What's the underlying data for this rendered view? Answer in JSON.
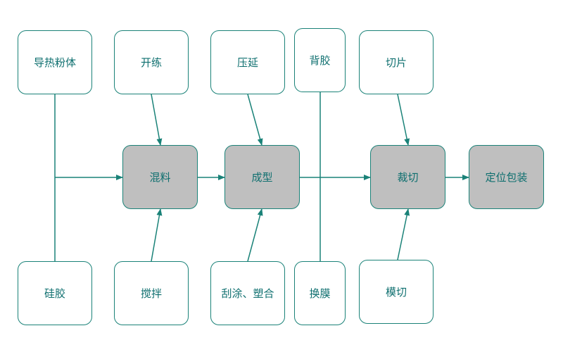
{
  "colors": {
    "line": "#1a8278",
    "text": "#0e6f6f",
    "process_fill": "#bfbfbf",
    "input_fill": "#ffffff"
  },
  "nodes": {
    "powder": "导热粉体",
    "open_mill": "开练",
    "calender": "压延",
    "backing": "背胶",
    "slicing": "切片",
    "mixing": "混料",
    "forming": "成型",
    "die_cut": "裁切",
    "positioning_pack": "定位包装",
    "silicone": "硅胶",
    "stirring": "搅拌",
    "coating": "刮涂、塑合",
    "film_change": "换膜",
    "die_cut_mold": "模切"
  }
}
